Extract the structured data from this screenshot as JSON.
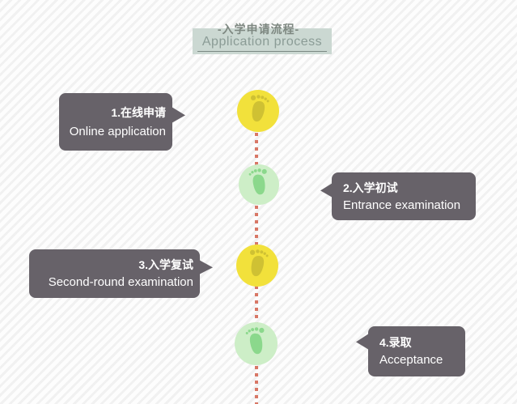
{
  "title": {
    "zh": "-入学申请流程-",
    "en": "Application process"
  },
  "steps": [
    {
      "zh": "1.在线申请",
      "en": "Online application",
      "side": "left",
      "marker_color": "#f2e13b",
      "footprint_color": "#cfc133"
    },
    {
      "zh": "2.入学初试",
      "en": "Entrance examination",
      "side": "right",
      "marker_color": "#cdeec7",
      "footprint_color": "#8bd88c"
    },
    {
      "zh": "3.入学复试",
      "en": "Second-round examination",
      "side": "left",
      "marker_color": "#f2e13b",
      "footprint_color": "#cfc133"
    },
    {
      "zh": "4.录取",
      "en": "Acceptance",
      "side": "right",
      "marker_color": "#cdeec7",
      "footprint_color": "#8bd88c"
    }
  ],
  "colors": {
    "bubble_bg": "#676269",
    "bubble_text": "#ffffff",
    "timeline_dots": "#d87766",
    "title_box_bg": "#cbd8d2",
    "title_zh_text": "#7e8881",
    "title_en_text": "#8b9c96",
    "background_stripe": "#f1f1f1"
  },
  "icons": {
    "marker": "footprint-icon"
  }
}
